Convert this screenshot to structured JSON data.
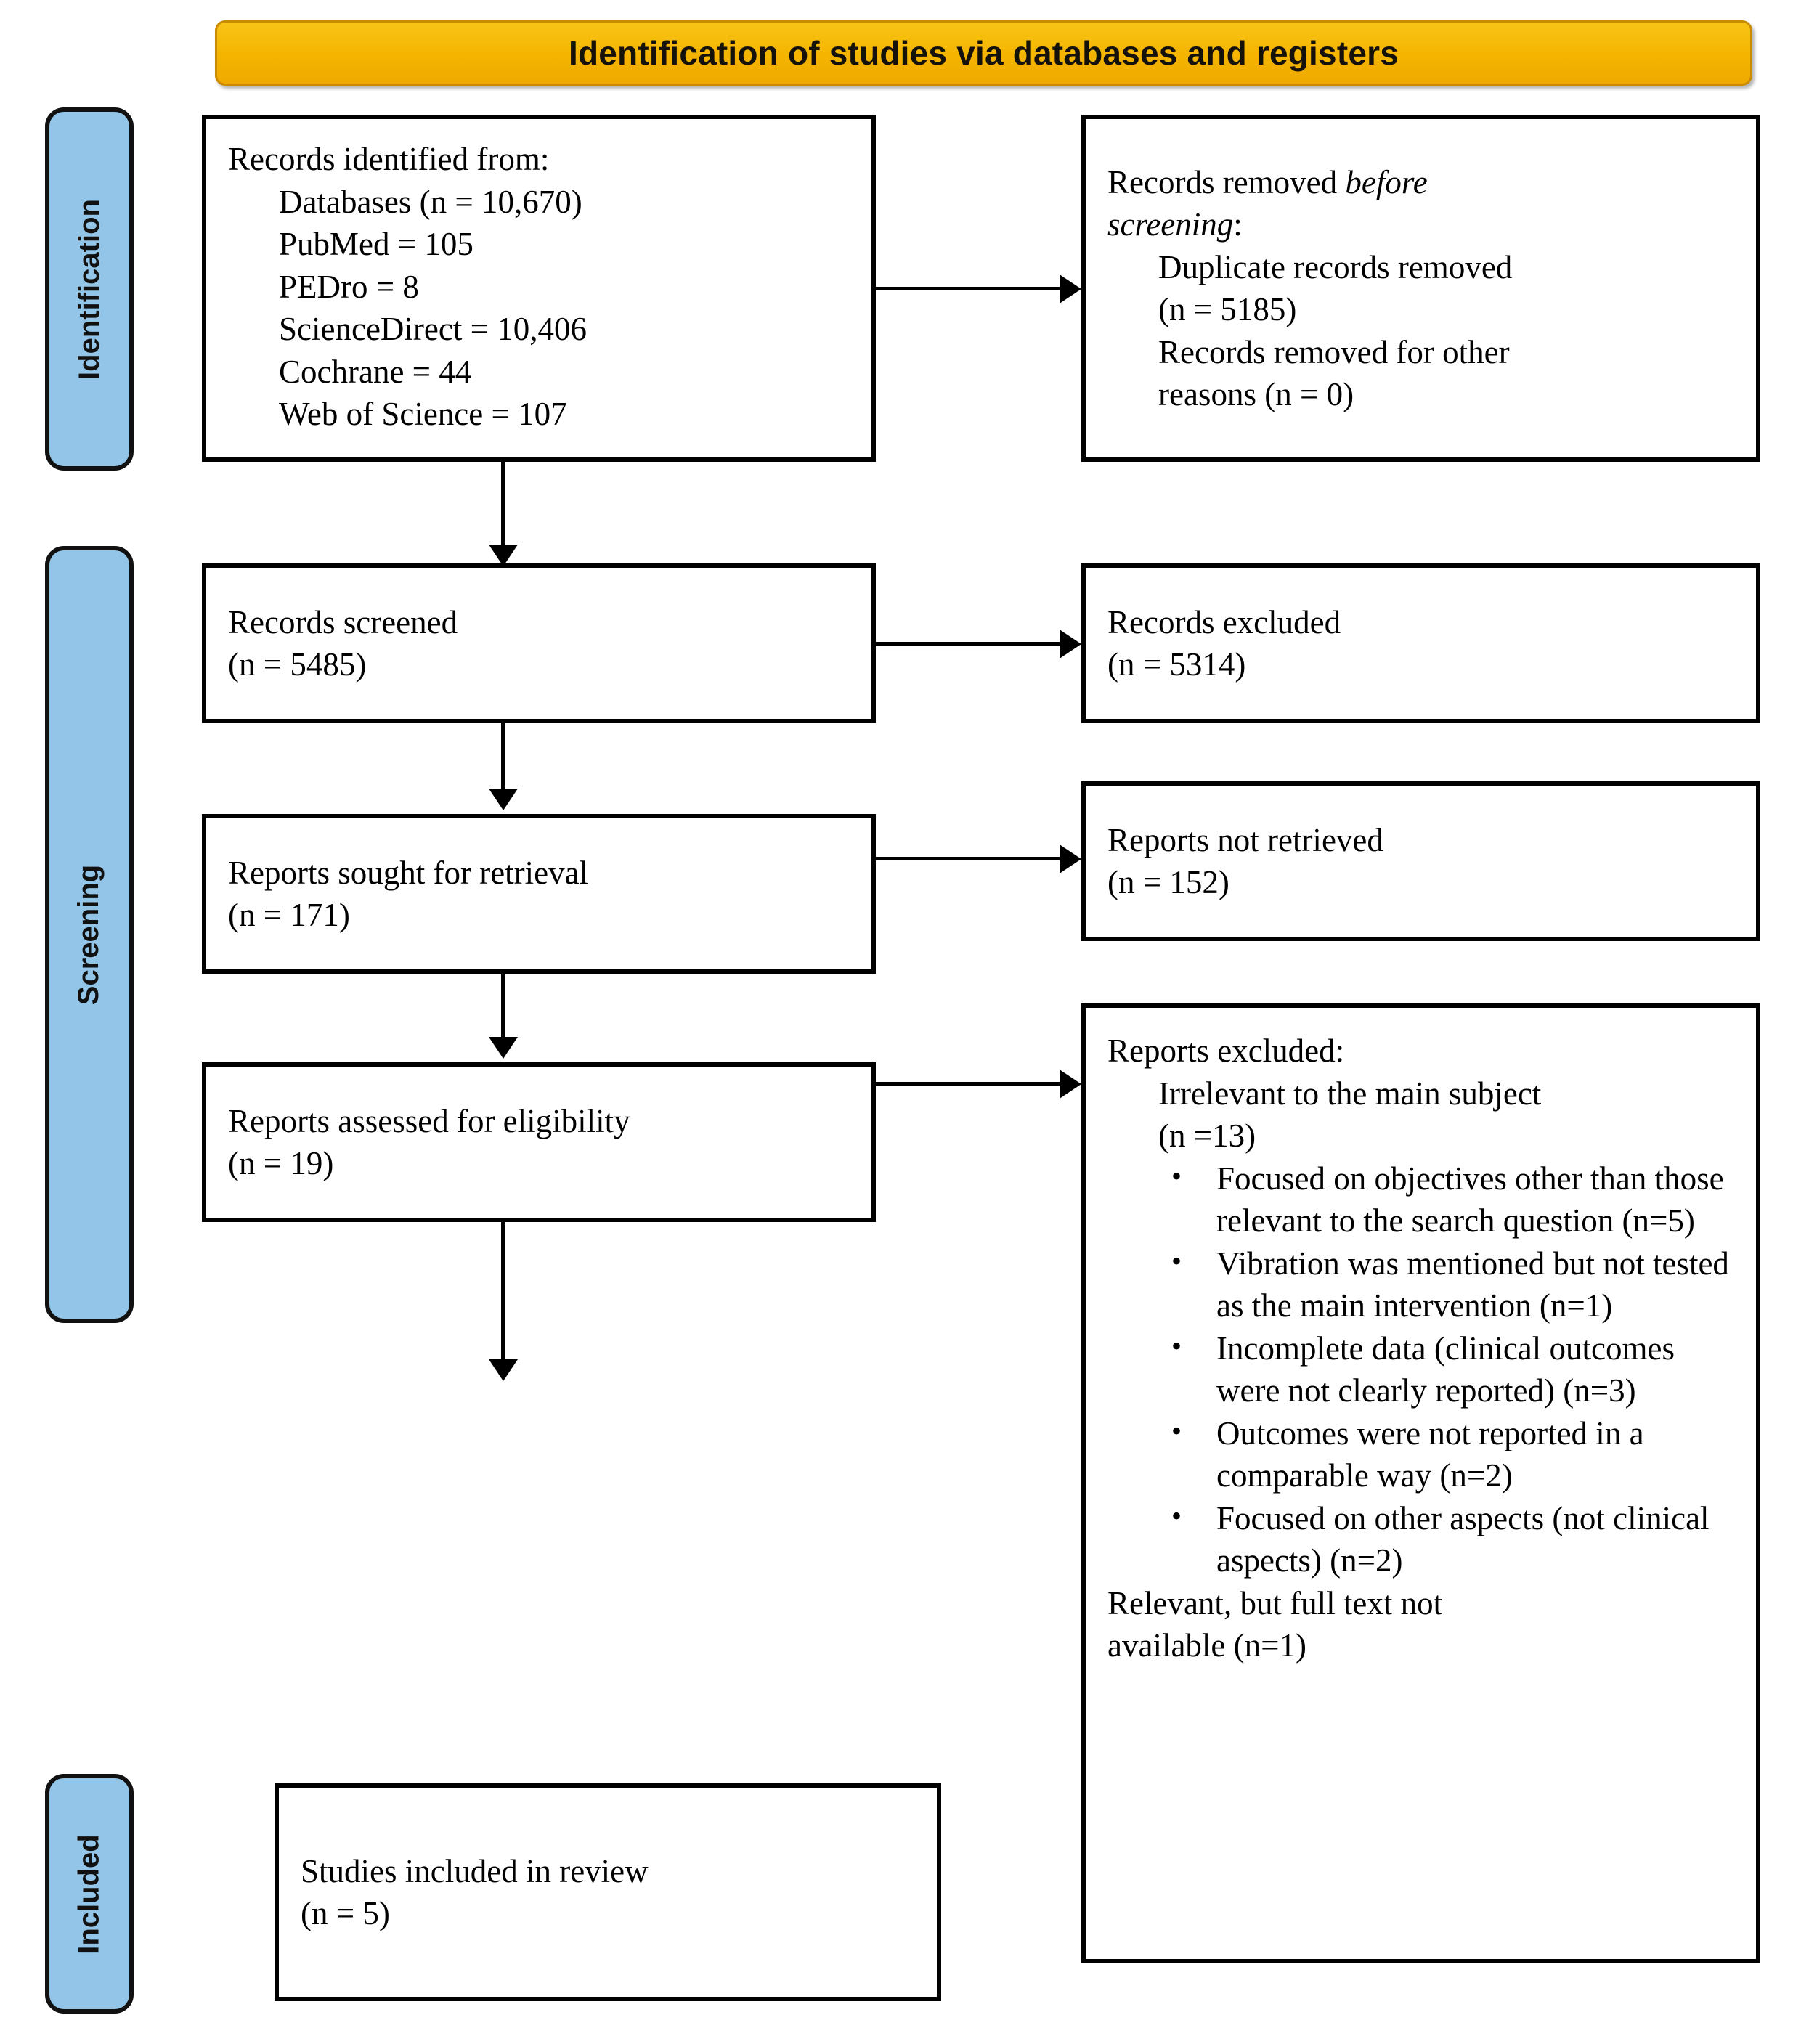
{
  "banner": {
    "title": "Identification of studies via databases and registers",
    "bg_color": "#F4B400"
  },
  "phases": {
    "identification": "Identification",
    "screening": "Screening",
    "included": "Included",
    "pill_color": "#92C5E8"
  },
  "boxes": {
    "records_identified": {
      "title": "Records identified from:",
      "lines": [
        "Databases (n = 10,670)",
        "PubMed = 105",
        "PEDro = 8",
        "ScienceDirect = 10,406",
        "Cochrane = 44",
        "Web of Science = 107"
      ]
    },
    "records_removed": {
      "title_plain": "Records removed ",
      "title_italic_1": "before",
      "title_italic_2": "screening",
      "title_colon": ":",
      "lines": [
        "Duplicate records removed",
        "(n = 5185)",
        "Records removed for other",
        "reasons (n = 0)"
      ]
    },
    "records_screened": {
      "label": "Records screened",
      "count": "(n = 5485)"
    },
    "records_excluded": {
      "label": "Records excluded",
      "count": "(n = 5314)"
    },
    "reports_sought": {
      "label": "Reports sought for retrieval",
      "count": "(n = 171)"
    },
    "reports_not_retrieved": {
      "label": "Reports not retrieved",
      "count": "(n = 152)"
    },
    "reports_assessed": {
      "label": "Reports assessed for eligibility",
      "count": "(n = 19)"
    },
    "reports_excluded": {
      "title": "Reports excluded:",
      "subtitle_line1": "Irrelevant to the main subject",
      "subtitle_line2": "(n =13)",
      "bullets": [
        "Focused on objectives other than those relevant to the search question (n=5)",
        "Vibration was mentioned but not tested as the main intervention (n=1)",
        "Incomplete data (clinical outcomes were not clearly reported) (n=3)",
        "Outcomes were not reported in a comparable way (n=2)",
        "Focused on other aspects (not clinical aspects) (n=2)"
      ],
      "footer_line1": "Relevant, but full text not",
      "footer_line2": "available (n=1)"
    },
    "studies_included": {
      "label": "Studies included in review",
      "count": "(n = 5)"
    }
  }
}
